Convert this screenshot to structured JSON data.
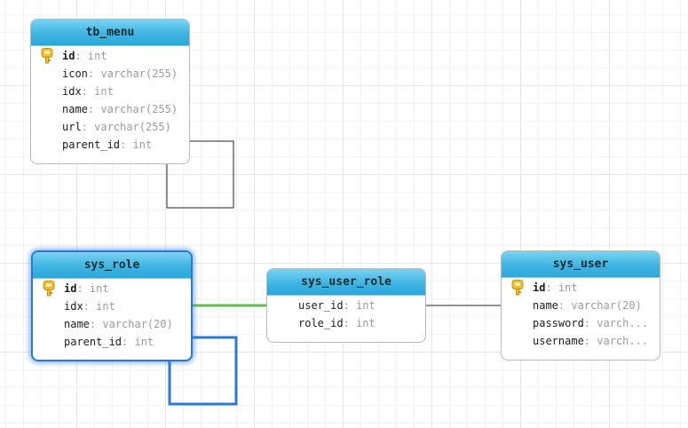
{
  "colors": {
    "header_gradient_top": "#79d3f1",
    "header_gradient_bottom": "#2aa8da",
    "selection_blue": "#2b78d8",
    "selected_link_green": "#5ec24a",
    "link_black": "#222222"
  },
  "icons": {
    "primary_key": "key-icon"
  },
  "entities": {
    "tb_menu": {
      "name": "tb_menu",
      "fields": [
        {
          "name": "id",
          "type": "int",
          "pk": true
        },
        {
          "name": "icon",
          "type": "varchar(255)",
          "pk": false
        },
        {
          "name": "idx",
          "type": "int",
          "pk": false
        },
        {
          "name": "name",
          "type": "varchar(255)",
          "pk": false
        },
        {
          "name": "url",
          "type": "varchar(255)",
          "pk": false
        },
        {
          "name": "parent_id",
          "type": "int",
          "pk": false
        }
      ]
    },
    "sys_role": {
      "name": "sys_role",
      "selected": true,
      "fields": [
        {
          "name": "id",
          "type": "int",
          "pk": true
        },
        {
          "name": "idx",
          "type": "int",
          "pk": false
        },
        {
          "name": "name",
          "type": "varchar(20)",
          "pk": false
        },
        {
          "name": "parent_id",
          "type": "int",
          "pk": false
        }
      ]
    },
    "sys_user_role": {
      "name": "sys_user_role",
      "fields": [
        {
          "name": "user_id",
          "type": "int",
          "pk": false
        },
        {
          "name": "role_id",
          "type": "int",
          "pk": false
        }
      ]
    },
    "sys_user": {
      "name": "sys_user",
      "fields": [
        {
          "name": "id",
          "type": "int",
          "pk": true
        },
        {
          "name": "name",
          "type": "varchar(20)",
          "pk": false
        },
        {
          "name": "password",
          "type": "varch...",
          "pk": false
        },
        {
          "name": "username",
          "type": "varch...",
          "pk": false
        }
      ]
    }
  }
}
